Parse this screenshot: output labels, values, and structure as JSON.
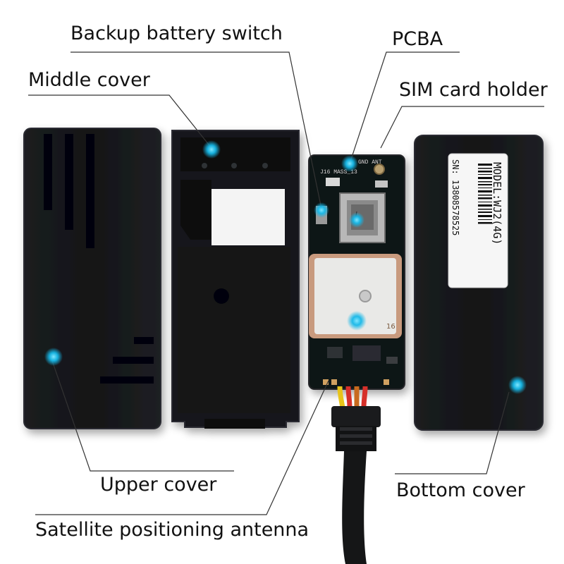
{
  "labels": {
    "backup_battery_switch": "Backup battery switch",
    "pcba": "PCBA",
    "middle_cover": "Middle cover",
    "sim_card_holder": "SIM card holder",
    "upper_cover": "Upper cover",
    "bottom_cover": "Bottom cover",
    "satellite_antenna": "Satellite positioning antenna"
  },
  "sticker": {
    "model": "MODEL:WJ2(4G)",
    "serial": "SN: 13808578525"
  },
  "pcb_silkscreen": {
    "gnd_ant": "GND  ANT",
    "j16": "J16  MASS_13",
    "antenna_mark": "16"
  },
  "colors": {
    "hotspot": "#16b8e8",
    "case": "#141618",
    "pcb": "#111214",
    "antenna_ceramic": "#c89a7e",
    "wire_red": "#d6302a",
    "wire_yellow": "#e8c41a"
  }
}
